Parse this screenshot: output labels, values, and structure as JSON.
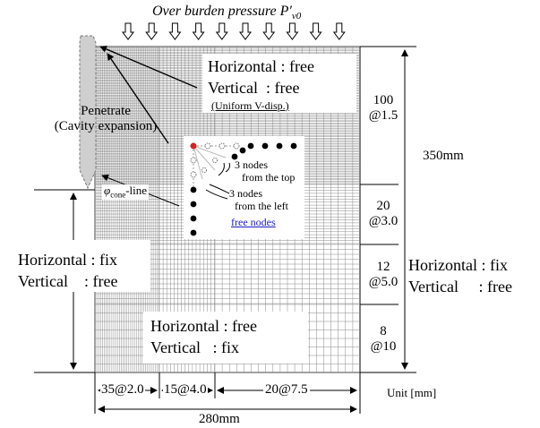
{
  "title": {
    "text": "Over burden pressure",
    "symbol": "P",
    "prime": "′",
    "sub": "v0"
  },
  "top_region": {
    "h_label": "Horizontal",
    "h_value": "free",
    "v_label": "Vertical",
    "v_value": "free",
    "note": "(Uniform V-disp.)"
  },
  "penetrate": {
    "line1": "Penetrate",
    "line2": "(Cavity expansion)"
  },
  "phi_line": {
    "phi": "φ",
    "sub": "cone",
    "suffix": "-line"
  },
  "inset": {
    "top_nodes_label_1": "3 nodes",
    "top_nodes_label_2": "from the top",
    "left_nodes_label_1": "3 nodes",
    "left_nodes_label_2": "from the left",
    "free_nodes": "free nodes"
  },
  "left_boundary": {
    "h_label": "Horizontal",
    "h_value": "fix",
    "v_label": "Vertical",
    "v_value": "free"
  },
  "right_boundary": {
    "h_label": "Horizontal",
    "h_value": "fix",
    "v_label": "Vertical",
    "v_value": "free"
  },
  "bottom_boundary": {
    "h_label": "Horizontal",
    "h_value": "free",
    "v_label": "Vertical",
    "v_value": "fix"
  },
  "vertical_spacing": [
    {
      "count": "100",
      "pitch": "@1.5"
    },
    {
      "count": "20",
      "pitch": "@3.0"
    },
    {
      "count": "12",
      "pitch": "@5.0"
    },
    {
      "count": "8",
      "pitch": "@10"
    }
  ],
  "horizontal_spacing": [
    {
      "label": "35@2.0"
    },
    {
      "label": "15@4.0"
    },
    {
      "label": "20@7.5"
    }
  ],
  "height_dim": "350mm",
  "width_dim": "280mm",
  "unit": "Unit [mm]"
}
